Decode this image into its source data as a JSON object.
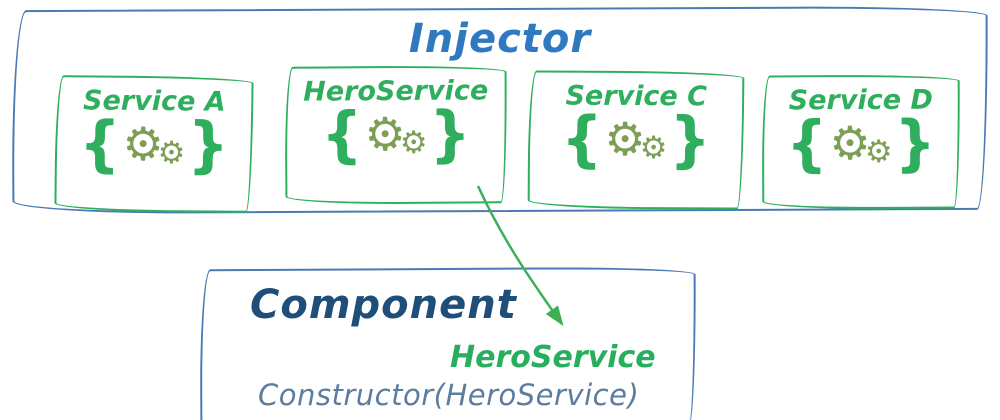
{
  "diagram": {
    "injector": {
      "title": "Injector",
      "services": [
        {
          "label": "Service A"
        },
        {
          "label": "HeroService"
        },
        {
          "label": "Service C"
        },
        {
          "label": "Service D"
        }
      ]
    },
    "component": {
      "title": "Component",
      "injected_service": "HeroService",
      "constructor_text": "Constructor(HeroService)"
    },
    "glyphs": {
      "brace_open": "{",
      "brace_close": "}",
      "gear": "⚙"
    },
    "colors": {
      "injector_border": "#4a7ab5",
      "injector_title": "#2e79c0",
      "service_green": "#2fae5e",
      "gear_olive": "#7d9f55",
      "component_title": "#1f4e79",
      "constructor_text": "#5b7da0",
      "arrow": "#3cb054"
    }
  }
}
